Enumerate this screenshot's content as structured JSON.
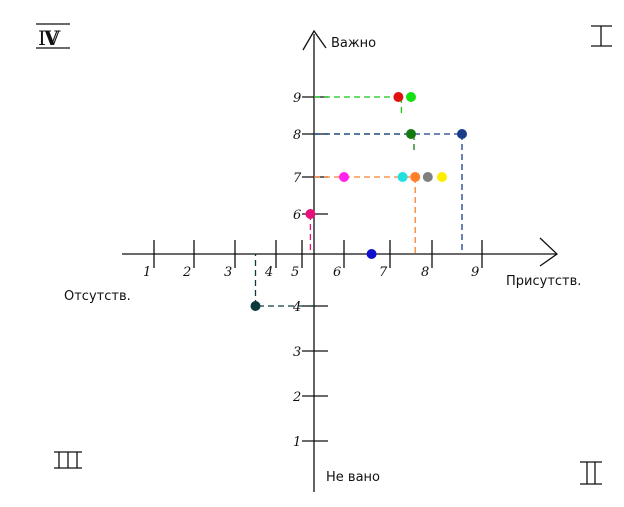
{
  "labels": {
    "top": "Важно",
    "bottom": "Не вано",
    "right": "Присутств.",
    "left": "Отсутств."
  },
  "quadrants": {
    "q1": "I",
    "q2": "II",
    "q3": "III",
    "q4": "IV"
  },
  "x_ticks": [
    "1",
    "2",
    "3",
    "4",
    "5",
    "6",
    "7",
    "8",
    "9"
  ],
  "y_ticks_upper": [
    "9",
    "8",
    "7",
    "6"
  ],
  "y_ticks_lower": [
    "4",
    "3",
    "2",
    "1"
  ],
  "chart_data": {
    "type": "scatter",
    "points": [
      {
        "x": 7.2,
        "y": 9,
        "color": "#e01010",
        "guide": "#16c916",
        "guide_to": "y"
      },
      {
        "x": 7.5,
        "y": 9,
        "color": "#16e016",
        "guide": "#16c916",
        "guide_to": "none"
      },
      {
        "x": 7.5,
        "y": 8,
        "color": "#137a13",
        "guide": "#137a13",
        "guide_to": "y"
      },
      {
        "x": 8.6,
        "y": 8,
        "color": "#1a3c8a",
        "guide": "#1a3c8a",
        "guide_to": "both"
      },
      {
        "x": 7.3,
        "y": 7,
        "color": "#22e0e0",
        "guide": "#ff7f2a",
        "guide_to": "none"
      },
      {
        "x": 7.6,
        "y": 7,
        "color": "#ff7f2a",
        "guide": "#ff7f2a",
        "guide_to": "both"
      },
      {
        "x": 7.9,
        "y": 7,
        "color": "#808080",
        "guide": "#ff7f2a",
        "guide_to": "none"
      },
      {
        "x": 8.2,
        "y": 7,
        "color": "#ffee00",
        "guide": "#ff7f2a",
        "guide_to": "none"
      },
      {
        "x": 6.0,
        "y": 7,
        "color": "#ff22ee",
        "guide": "#ff7f2a",
        "guide_to": "none"
      },
      {
        "x": 5.2,
        "y": 6,
        "color": "#e8107a",
        "guide": "#e8107a",
        "guide_to": "both"
      },
      {
        "x": 6.6,
        "y": 5,
        "color": "#1010cc",
        "guide": "#1010cc",
        "guide_to": "none"
      },
      {
        "x": 3.5,
        "y": 4,
        "color": "#0d3b3b",
        "guide": "#0d3b3b",
        "guide_to": "both"
      }
    ]
  }
}
